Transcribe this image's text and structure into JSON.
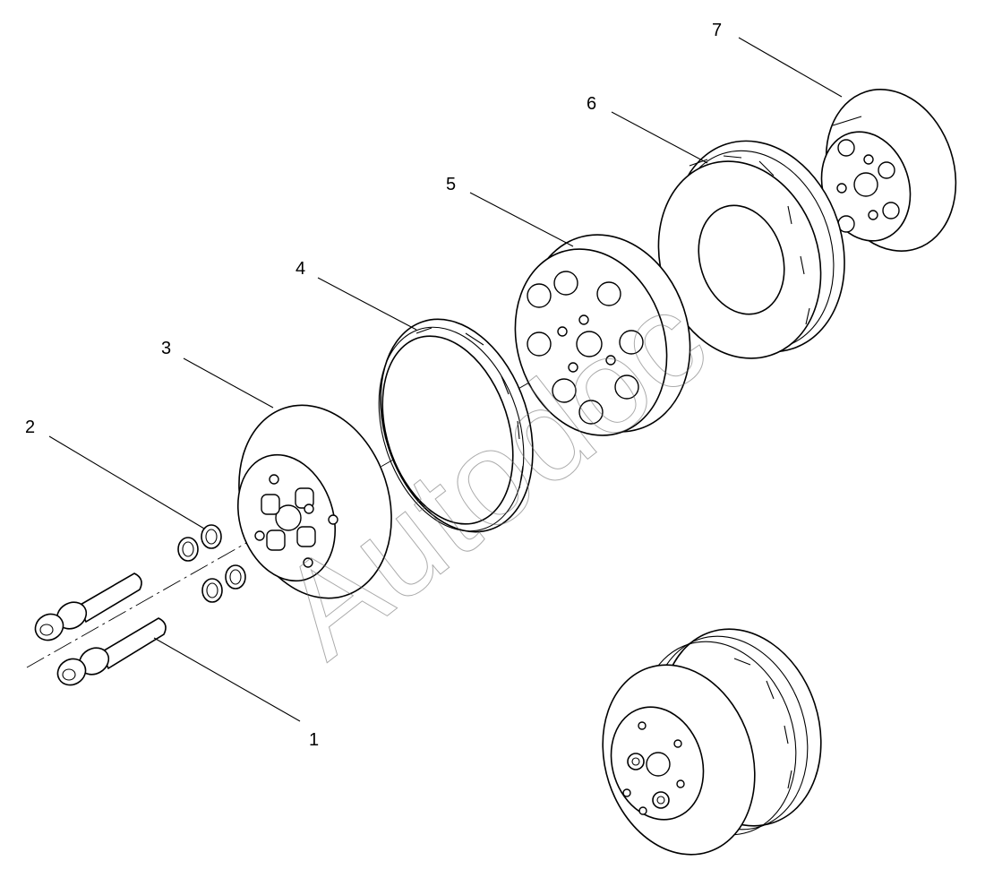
{
  "diagram": {
    "callouts": [
      "1",
      "2",
      "3",
      "4",
      "5",
      "6",
      "7"
    ],
    "watermark": "Autodoc",
    "colors": {
      "line": "#000000",
      "background": "#ffffff",
      "watermark": "#666666"
    }
  }
}
